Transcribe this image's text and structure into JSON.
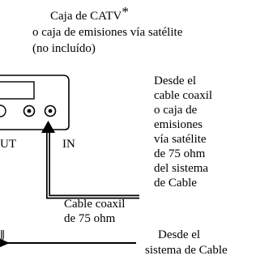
{
  "box_label": {
    "line1": "Caja de CATV",
    "asterisk": "*",
    "line2": "o caja de emisiones vía satélite",
    "line3": "(no incluído)"
  },
  "ports": {
    "out_fragment": "UT",
    "in": "IN"
  },
  "source_label": {
    "lines": [
      "Desde el",
      "cable coaxil",
      "o caja de",
      "emisiones",
      "vía satélite",
      "de 75 ohm",
      "del sistema",
      "de Cable"
    ]
  },
  "cable_label": {
    "lines": [
      "Cable coaxil",
      "de 75 ohm"
    ]
  },
  "cable_system_label": {
    "lines": [
      "Desde el",
      "sistema de Cable"
    ]
  },
  "colors": {
    "ink": "#000000",
    "background": "#ffffff"
  }
}
